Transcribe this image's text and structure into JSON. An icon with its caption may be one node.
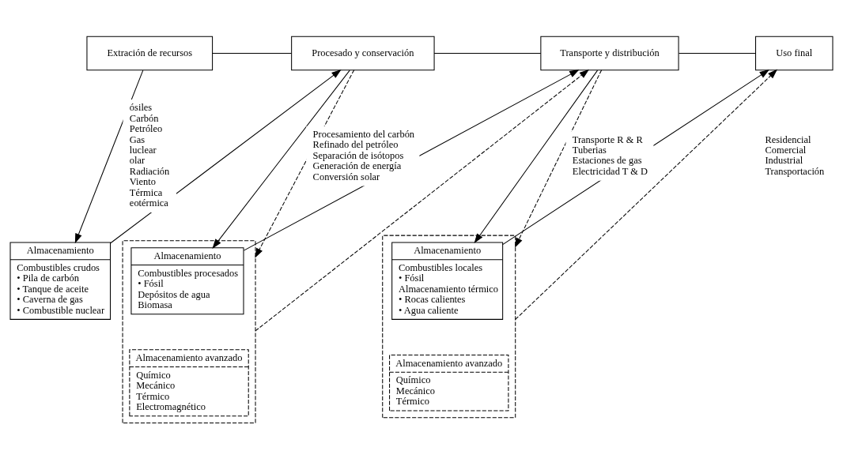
{
  "diagram": {
    "nodes": [
      {
        "text": [
          "Extración de recursos"
        ],
        "beside": [
          "ósiles",
          "Carbón",
          "Petróleo",
          "Gas",
          "luclear",
          "olar",
          "Radiación",
          "Viento",
          "Térmica",
          "eotérmica"
        ]
      },
      {
        "text": [
          "Procesado y conservación"
        ],
        "beside": [
          "Procesamiento del carbón",
          "Refinado del petróleo",
          "Separación de isótopos",
          "Generación de energía",
          "Conversión solar"
        ]
      },
      {
        "text": [
          "Transporte y distribución"
        ],
        "beside": [
          "Transporte R & R",
          "Tuberias",
          "Estaciones de gas",
          "Electricidad T & D"
        ]
      },
      {
        "text": [
          "Uso final"
        ],
        "beside": [
          "Residencial",
          "Comercial",
          "Industrial",
          "Transportación"
        ]
      },
      {
        "text": [
          "Almacenamiento",
          "Combustibles crudos",
          "• Pila de carbón",
          "• Tanque de aceite",
          "• Caverna de gas",
          "• Combustible nuclear"
        ]
      },
      {
        "text": [],
        "shape": "box"
      },
      {
        "text": [
          "Almacenamiento",
          "Combustibles procesados",
          "• Fósil",
          "Depósitos de agua",
          "Biomasa"
        ],
        "in": 5
      },
      {
        "text": [
          "Almacenamiento avanzado",
          "Químico",
          "Mecánico",
          "Térmico",
          "Electromagnético"
        ],
        "in": 5
      },
      {
        "text": [],
        "shape": "box"
      },
      {
        "text": [
          "Almacenamiento",
          "Combustibles locales",
          "• Fósil",
          "Almacenamiento térmico",
          "• Rocas calientes",
          "• Agua caliente"
        ],
        "in": 8
      },
      {
        "text": [
          "Almacenamiento avanzado",
          "Químico",
          "Mecánico",
          "Térmico"
        ],
        "in": 8
      }
    ],
    "edges": [
      {
        "from": 0,
        "to": 1,
        "arrow": "none"
      },
      {
        "from": 1,
        "to": 2,
        "arrow": "none"
      },
      {
        "from": 2,
        "to": 3,
        "arrow": "none"
      },
      {
        "from": 0,
        "to": 4,
        "arrow": "to"
      },
      {
        "from": 4,
        "to": 1,
        "arrow": "to"
      },
      {
        "from": 1,
        "to": 5,
        "arrow": "to",
        "style": "dashed"
      },
      {
        "from": 1,
        "to": 6,
        "arrow": "to"
      },
      {
        "from": 6,
        "to": 2,
        "arrow": "to"
      },
      {
        "from": 5,
        "to": 2,
        "arrow": "to",
        "style": "dashed"
      },
      {
        "from": 2,
        "to": 8,
        "arrow": "to",
        "style": "dashed"
      },
      {
        "from": 2,
        "to": 9,
        "arrow": "to"
      },
      {
        "from": 9,
        "to": 3,
        "arrow": "to"
      },
      {
        "from": 8,
        "to": 3,
        "arrow": "to",
        "style": "dashed"
      }
    ]
  }
}
